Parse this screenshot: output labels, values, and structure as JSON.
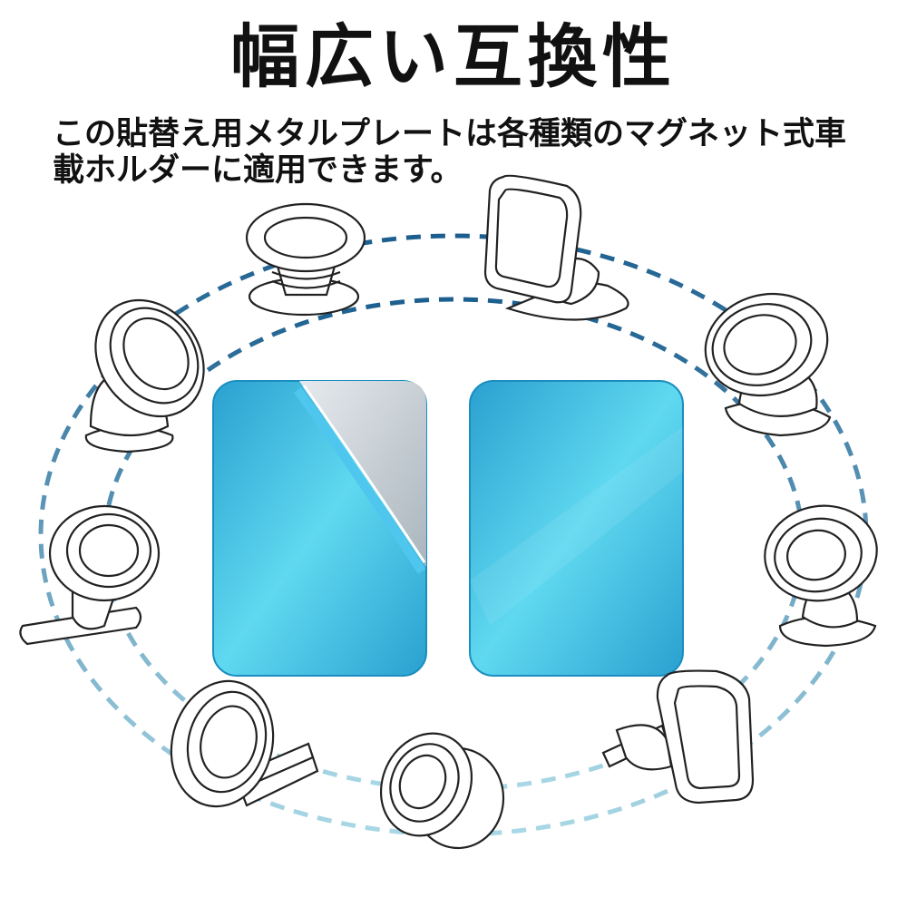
{
  "heading": "幅広い互換性",
  "description": {
    "line1": "この貼替え用メタルプレートは各種類のマグネット式車",
    "line2": "載ホルダーに適用できます。"
  },
  "colors": {
    "plate_light": "#5fd8f0",
    "plate_dark": "#2aa0d0",
    "ring_dark": "#1c5f8f",
    "ring_light": "#a9d8e6",
    "outline": "#222222",
    "film": "#c9d3da"
  },
  "icons": [
    "popsocket-holder-icon",
    "dashboard-magnet-mount-icon",
    "rotating-magnet-mount-left-icon",
    "rotating-magnet-mount-right-icon",
    "stick-on-magnet-mount-icon",
    "ball-magnet-mount-icon",
    "vent-clip-round-mount-icon",
    "ball-joint-magnet-icon",
    "vent-clip-square-mount-icon"
  ]
}
